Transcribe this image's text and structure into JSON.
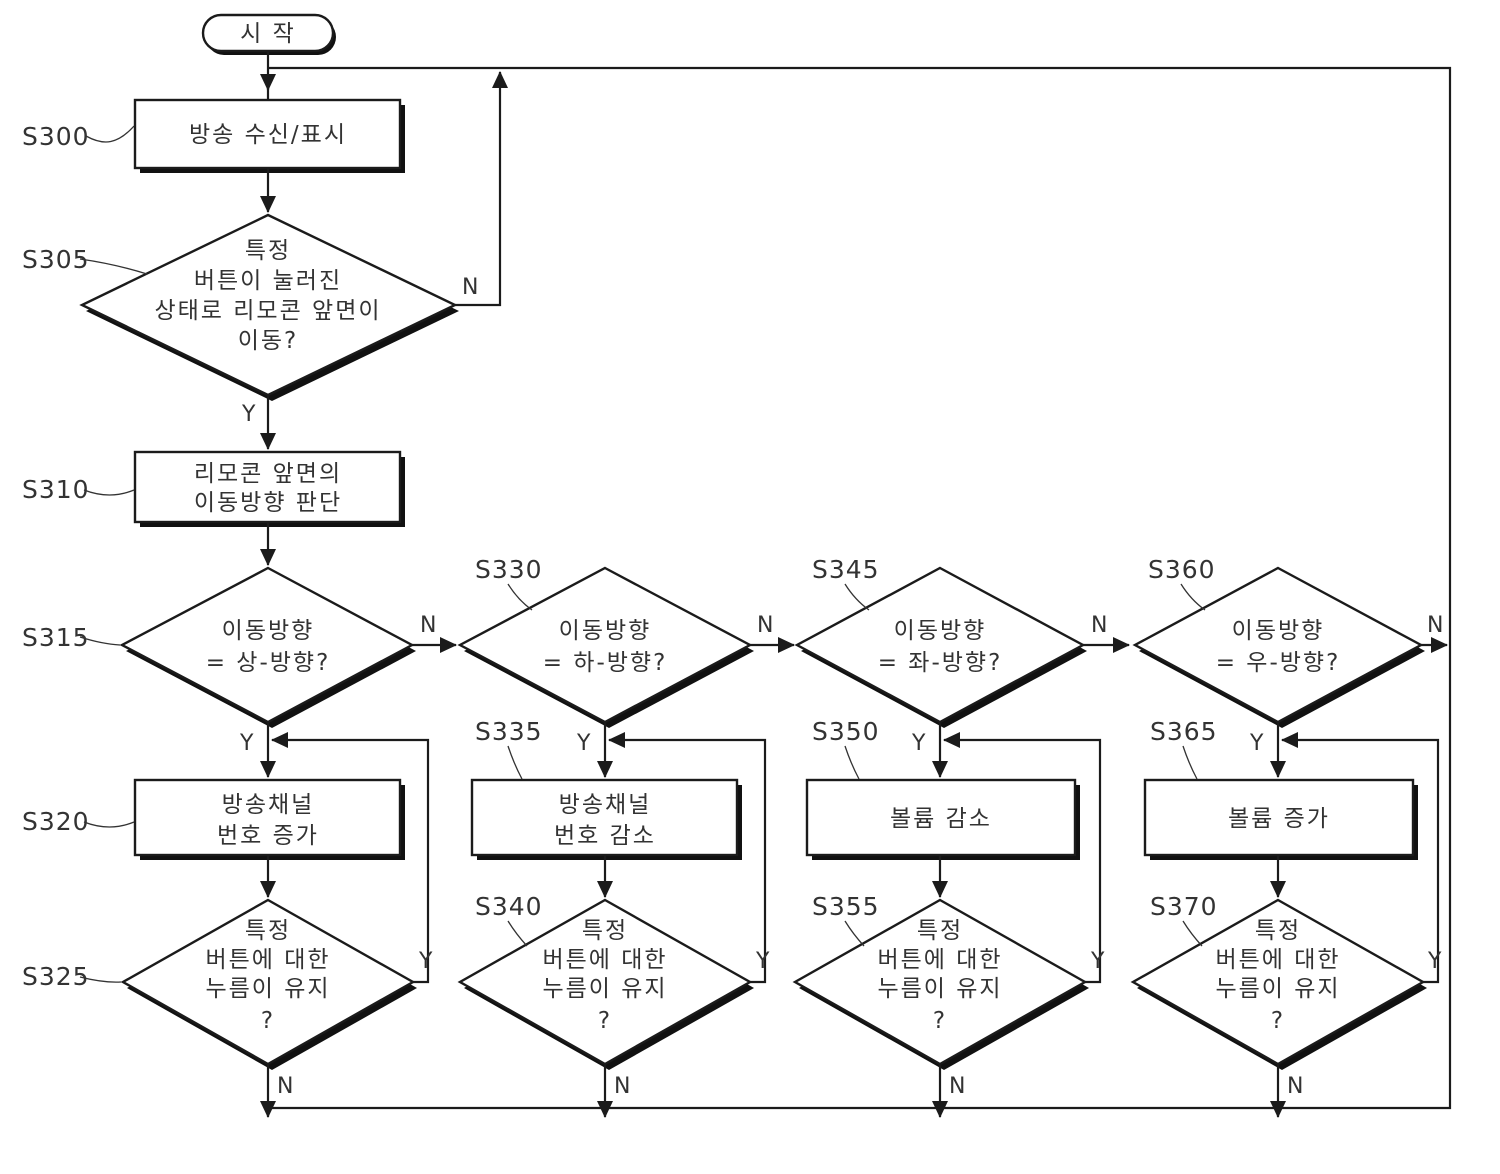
{
  "diagram": {
    "start_label": "시  작",
    "branch": {
      "yes": "Y",
      "no": "N"
    },
    "steps": {
      "s300": {
        "tag": "S300",
        "lines": [
          "방송 수신/표시"
        ]
      },
      "s305": {
        "tag": "S305",
        "lines": [
          "특정",
          "버튼이 눌러진",
          "상태로 리모콘 앞면이",
          "이동?"
        ]
      },
      "s310": {
        "tag": "S310",
        "lines": [
          "리모콘 앞면의",
          "이동방향 판단"
        ]
      },
      "s315": {
        "tag": "S315",
        "lines": [
          "이동방향",
          "= 상-방향?"
        ]
      },
      "s320": {
        "tag": "S320",
        "lines": [
          "방송채널",
          "번호 증가"
        ]
      },
      "s325": {
        "tag": "S325",
        "lines": [
          "특정",
          "버튼에 대한",
          "누름이 유지",
          "?"
        ]
      },
      "s330": {
        "tag": "S330",
        "lines": [
          "이동방향",
          "= 하-방향?"
        ]
      },
      "s335": {
        "tag": "S335",
        "lines": [
          "방송채널",
          "번호 감소"
        ]
      },
      "s340": {
        "tag": "S340",
        "lines": [
          "특정",
          "버튼에 대한",
          "누름이 유지",
          "?"
        ]
      },
      "s345": {
        "tag": "S345",
        "lines": [
          "이동방향",
          "= 좌-방향?"
        ]
      },
      "s350": {
        "tag": "S350",
        "lines": [
          "볼륨 감소"
        ]
      },
      "s355": {
        "tag": "S355",
        "lines": [
          "특정",
          "버튼에 대한",
          "누름이 유지",
          "?"
        ]
      },
      "s360": {
        "tag": "S360",
        "lines": [
          "이동방향",
          "= 우-방향?"
        ]
      },
      "s365": {
        "tag": "S365",
        "lines": [
          "볼륨 증가"
        ]
      },
      "s370": {
        "tag": "S370",
        "lines": [
          "특정",
          "버튼에 대한",
          "누름이 유지",
          "?"
        ]
      }
    }
  },
  "colors": {
    "line": "#1b1b1b",
    "text": "#333333",
    "fill": "#ffffff",
    "shadow": "#111111"
  }
}
